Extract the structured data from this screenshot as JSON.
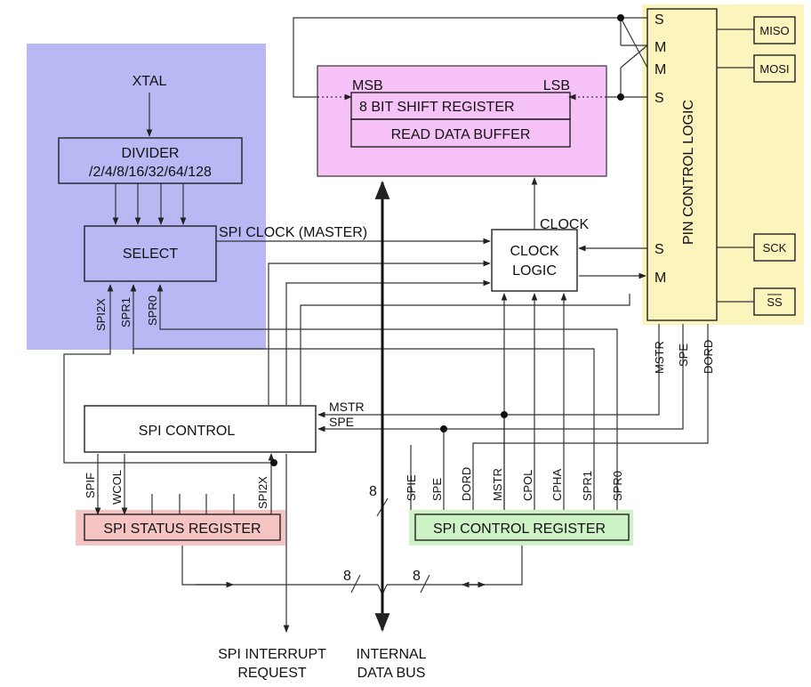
{
  "select_region": {
    "xtal": "XTAL",
    "divider_title": "DIVIDER",
    "divider_ratios": "/2/4/8/16/32/64/128",
    "select": "SELECT",
    "select_inputs": [
      "SPI2X",
      "SPR1",
      "SPR0"
    ]
  },
  "shift_register": {
    "msb": "MSB",
    "lsb": "LSB",
    "title": "8 BIT SHIFT REGISTER",
    "read_buffer": "READ DATA BUFFER"
  },
  "pin_control": {
    "title": "PIN CONTROL LOGIC",
    "ports": [
      "S",
      "M",
      "M",
      "S",
      "S",
      "M"
    ],
    "pins": [
      "MISO",
      "MOSI",
      "SCK",
      "SS"
    ],
    "control_inputs": [
      "MSTR",
      "SPE",
      "DORD"
    ]
  },
  "clock": {
    "label": "CLOCK",
    "logic_line1": "CLOCK",
    "logic_line2": "LOGIC",
    "spi_clock": "SPI CLOCK (MASTER)"
  },
  "spi_control": {
    "title": "SPI CONTROL",
    "inputs": [
      "MSTR",
      "SPE"
    ]
  },
  "status_register": {
    "title": "SPI STATUS REGISTER",
    "bits": [
      "SPIF",
      "WCOL",
      "SPI2X"
    ]
  },
  "control_register": {
    "title": "SPI CONTROL REGISTER",
    "bits": [
      "SPIE",
      "SPE",
      "DORD",
      "MSTR",
      "CPOL",
      "CPHA",
      "SPR1",
      "SPR0"
    ]
  },
  "bus": {
    "width_labels": [
      "8",
      "8",
      "8"
    ],
    "interrupt_line1": "SPI INTERRUPT",
    "interrupt_line2": "REQUEST",
    "data_bus_line1": "INTERNAL",
    "data_bus_line2": "DATA BUS"
  },
  "colors": {
    "select_region": "#b8b8f4",
    "shift_register": "#f7c2f7",
    "pin_control": "#fbf4bc",
    "status_register": "#f7c4c4",
    "control_register": "#cdf2c6"
  }
}
